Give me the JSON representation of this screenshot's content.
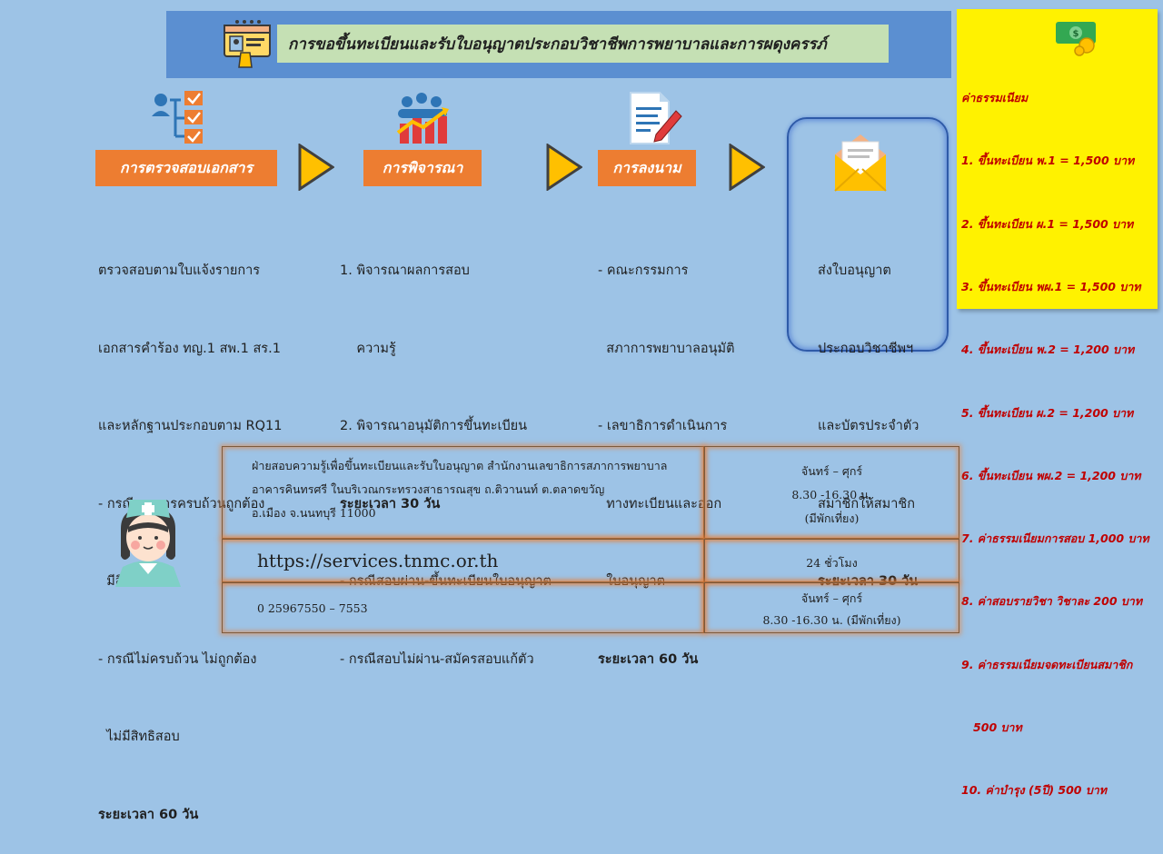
{
  "title": "การขอขึ้นทะเบียนและรับใบอนุญาตประกอบวิชาชีพการพยาบาลและการผดุงครรภ์",
  "steps": [
    {
      "label": "การตรวจสอบเอกสาร",
      "lines": [
        "ตรวจสอบตามใบแจ้งรายการ",
        "เอกสารคำร้อง ทญ.1 สพ.1 สร.1",
        "และหลักฐานประกอบตาม RQ11",
        "- กรณีเอกสารครบถ้วนถูกต้อง",
        "  มีสิทธิสอบ",
        "- กรณีไม่ครบถ้วน ไม่ถูกต้อง",
        "  ไม่มีสิทธิสอบ"
      ],
      "duration": "ระยะเวลา 60 วัน"
    },
    {
      "label": "การพิจารณา",
      "lines_before": [
        "1. พิจารณาผลการสอบ",
        "    ความรู้",
        "2. พิจารณาอนุมัติการขึ้นทะเบียน"
      ],
      "duration": "ระยะเวลา 30 วัน",
      "lines_after": [
        "- กรณีสอบผ่าน-ขึ้นทะเบียนใบอนุญาต",
        "- กรณีสอบไม่ผ่าน-สมัครสอบแก้ตัว"
      ]
    },
    {
      "label": "การลงนาม",
      "lines": [
        "- คณะกรรมการ",
        "  สภาการพยาบาลอนุมัติ",
        "- เลขาธิการดำเนินการ",
        "  ทางทะเบียนและออก",
        "  ใบอนุญาต"
      ],
      "duration": "ระยะเวลา 60 วัน"
    },
    {
      "lines": [
        "ส่งใบอนุญาต",
        "ประกอบวิชาชีพฯ",
        "และบัตรประจำตัว",
        "สมาชิกให้สมาชิก"
      ],
      "duration": "ระยะเวลา 30 วัน"
    }
  ],
  "fees": {
    "heading": "ค่าธรรมเนียม",
    "items": [
      "1. ขึ้นทะเบียน พ.1 = 1,500 บาท",
      "2. ขึ้นทะเบียน ผ.1 = 1,500 บาท",
      "3. ขึ้นทะเบียน พผ.1 = 1,500 บาท",
      "4. ขึ้นทะเบียน พ.2 = 1,200 บาท",
      "5. ขึ้นทะเบียน ผ.2 = 1,200 บาท",
      "6. ขึ้นทะเบียน พผ.2 = 1,200 บาท",
      "7. ค่าธรรมเนียมการสอบ 1,000 บาท",
      "8. ค่าสอบรายวิชา วิชาละ 200 บาท",
      "9. ค่าธรรมเนียมจดทะเบียนสมาชิก",
      "   500 บาท",
      "10. ค่าบำรุง (5ปี) 500 บาท"
    ]
  },
  "contact": {
    "address": [
      "ฝ่ายสอบความรู้เพื่อขึ้นทะเบียนและรับใบอนุญาต  สำนักงานเลขาธิการสภาการพยาบาล",
      "อาคารคินทรศรี  ในบริเวณกระทรวงสาธารณสุข  ถ.ติวานนท์  ต.ตลาดขวัญ",
      "อ.เมือง จ.นนทบุรี 11000"
    ],
    "address_hours": [
      "จันทร์ – ศุกร์",
      "8.30 -16.30 น.",
      "(มีพักเที่ยง)"
    ],
    "website": "https://services.tnmc.or.th",
    "website_hours": "24 ชั่วโมง",
    "phone": "0 25967550 – 7553",
    "phone_hours": [
      "จันทร์ – ศุกร์",
      "8.30 -16.30 น. (มีพักเที่ยง)"
    ]
  },
  "colors": {
    "background": "#9dc3e6",
    "title_bar": "#5b8fd1",
    "title_box": "#c5e0b4",
    "step_label": "#ed7d31",
    "fee_note": "#fff200",
    "fee_text": "#c00000"
  }
}
